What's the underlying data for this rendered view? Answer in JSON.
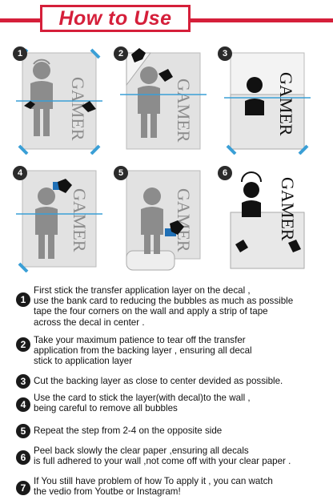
{
  "header": {
    "title": "How to Use"
  },
  "illustration": {
    "decal_text": "GAMER",
    "steps": [
      "1",
      "2",
      "3",
      "4",
      "5",
      "6"
    ]
  },
  "instructions": [
    {
      "number": "1",
      "lines": [
        " First stick the transfer application layer on the decal ,",
        "use the bank card to reducing the bubbles  as much as possible",
        " tape the four corners on the wall and apply a strip of tape",
        "across the  decal in center ."
      ]
    },
    {
      "number": "2",
      "lines": [
        "Take your maximum  patience to tear off the transfer",
        "application from the backing layer ,  ensuring all decal",
        "stick to application layer"
      ]
    },
    {
      "number": "3",
      "lines": [
        "Cut the backing layer as close to center devided as possible."
      ]
    },
    {
      "number": "4",
      "lines": [
        "Use  the card to stick the layer(with decal)to the wall ,",
        "being careful  to remove all bubbles"
      ]
    },
    {
      "number": "5",
      "lines": [
        "Repeat  the step from 2-4 on the opposite side"
      ]
    },
    {
      "number": "6",
      "lines": [
        "Peel back slowly the clear paper ,ensuring all decals",
        "is full adhered to your wall ,not come off with your clear paper ."
      ]
    },
    {
      "number": "7",
      "lines": [
        "If You still have problem of how To apply it  , you can watch",
        "the vedio from Youtbe or Instagram!"
      ]
    }
  ],
  "colors": {
    "accent": "#d51f3a",
    "figure": "#8c8c8c",
    "tape": "#3a9fd6",
    "hand": "#111111"
  }
}
